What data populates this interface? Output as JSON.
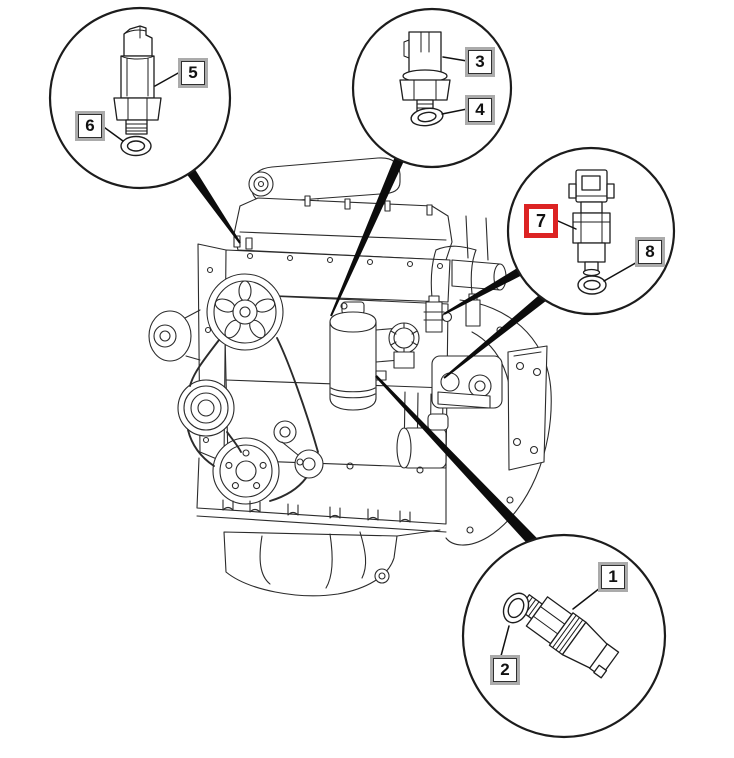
{
  "figure": {
    "description": "Exploded parts diagram of a diesel engine with four magnified detail circles showing numbered sensors, switches and sealing washers",
    "background_color": "#ffffff",
    "line_color": "#2b2b2b",
    "highlight_color": "#dc2323",
    "callout_frame_color": "#ababab"
  },
  "callouts": [
    {
      "label": "1",
      "highlighted": false
    },
    {
      "label": "2",
      "highlighted": false
    },
    {
      "label": "3",
      "highlighted": false
    },
    {
      "label": "4",
      "highlighted": false
    },
    {
      "label": "5",
      "highlighted": false
    },
    {
      "label": "6",
      "highlighted": false
    },
    {
      "label": "7",
      "highlighted": true
    },
    {
      "label": "8",
      "highlighted": false
    }
  ],
  "detail_views": [
    {
      "position": "top-left",
      "callouts": [
        "5",
        "6"
      ]
    },
    {
      "position": "top-center",
      "callouts": [
        "3",
        "4"
      ]
    },
    {
      "position": "right",
      "callouts": [
        "7",
        "8"
      ]
    },
    {
      "position": "bottom-right",
      "callouts": [
        "1",
        "2"
      ]
    }
  ]
}
